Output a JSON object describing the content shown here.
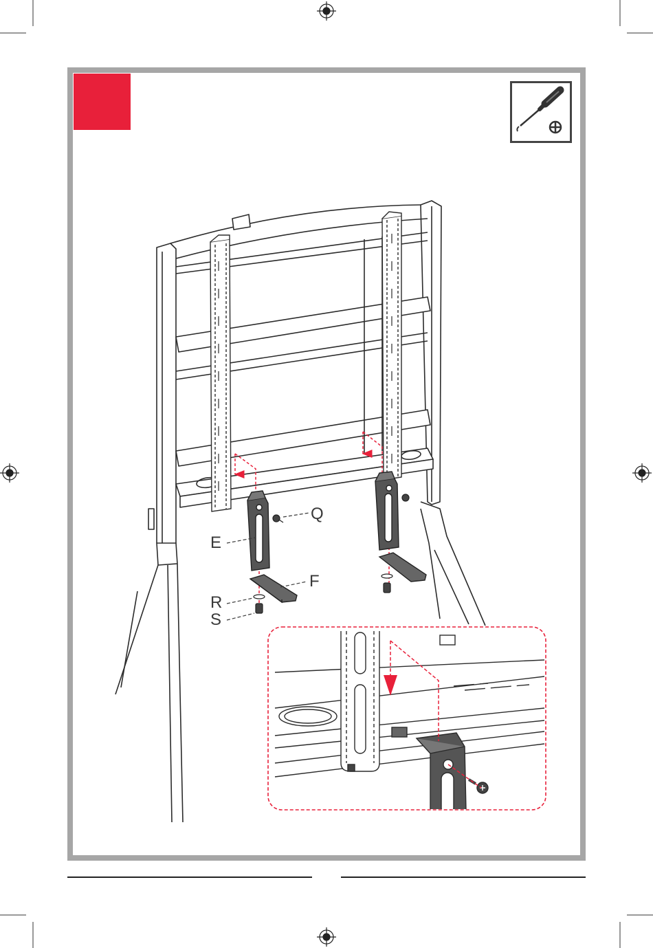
{
  "labels": {
    "Q": "Q",
    "E": "E",
    "F": "F",
    "R": "R",
    "S": "S"
  },
  "icons": {
    "tool": "phillips-screwdriver-icon",
    "registration": "registration-mark-icon"
  },
  "colors": {
    "accent": "#e8203a",
    "frame": "#a6a6a6",
    "line": "#2b2b2b",
    "part_fill": "#555555",
    "guide": "#e8203a"
  }
}
